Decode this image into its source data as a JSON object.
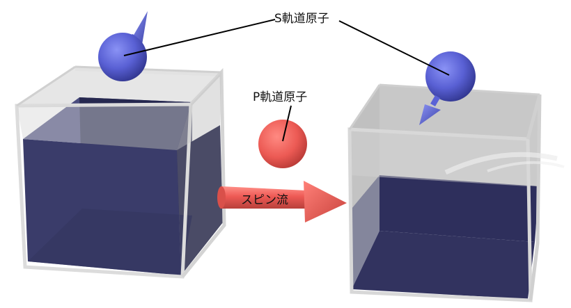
{
  "labels": {
    "s_orbital_atom": "S軌道原子",
    "p_orbital_atom": "P軌道原子",
    "spin_current": "スピン流"
  },
  "colors": {
    "s_atom": "#5a62d6",
    "p_atom": "#ee5a55",
    "liquid": "#2d2f5e",
    "glass": "#d8d8d8",
    "arrow": "#ee5a55",
    "leader_line": "#000000"
  },
  "elements": {
    "left_container": {
      "liquid_level": "full",
      "atom_spin": "up"
    },
    "right_container": {
      "liquid_level": "partial",
      "atom_spin": "down"
    }
  }
}
